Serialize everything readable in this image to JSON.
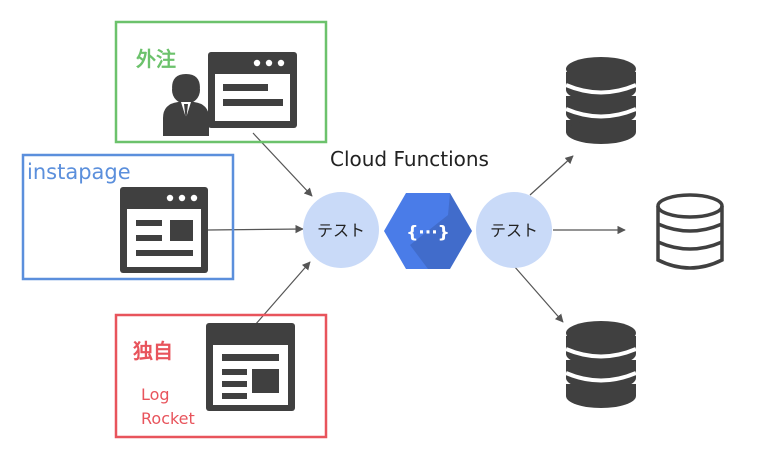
{
  "sources": {
    "gaichu": {
      "label": "外注",
      "color": "#6cc26c"
    },
    "instapage": {
      "label": "instapage",
      "color": "#5b8fdc"
    },
    "dokuji": {
      "label": "独自",
      "sublabel_line1": "Log",
      "sublabel_line2": "Rocket",
      "color": "#e8545c"
    }
  },
  "pipeline": {
    "title": "Cloud Functions",
    "input_node": "テスト",
    "output_node": "テスト",
    "node_fill": "#c9daf8",
    "hex_color": "#4a7ce8",
    "hex_glyph": "{···}"
  },
  "icon_color": "#404040"
}
